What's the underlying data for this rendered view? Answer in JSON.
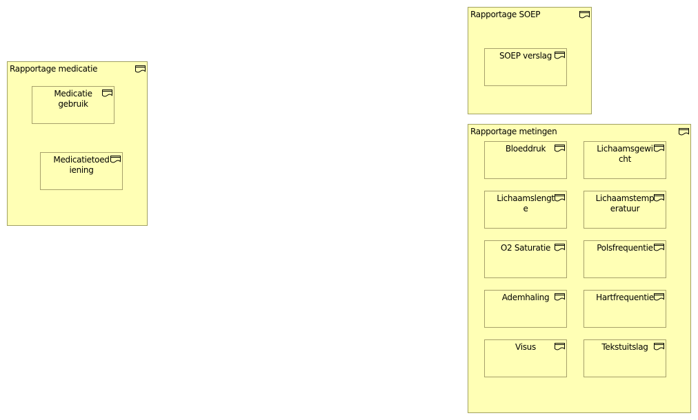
{
  "groups": {
    "medicatie": {
      "title": "Rapportage medicatie",
      "objects": {
        "gebruik": "Medicatie\ngebruik",
        "toediening": "Medicatietoed\niening"
      }
    },
    "soep": {
      "title": "Rapportage SOEP",
      "objects": {
        "verslag": "SOEP verslag"
      }
    },
    "metingen": {
      "title": "Rapportage metingen",
      "objects": {
        "bloeddruk": "Bloeddruk",
        "lichaamsgewicht": "Lichaamsgewi\ncht",
        "lichaamslengte": "Lichaamslengt\ne",
        "lichaamstemperatuur": "Lichaamstemp\neratuur",
        "o2saturatie": "O2 Saturatie",
        "polsfrequentie": "Polsfrequentie",
        "ademhaling": "Ademhaling",
        "hartfrequentie": "Hartfrequentie",
        "visus": "Visus",
        "tekstuitslag": "Tekstuitslag"
      }
    }
  },
  "icons": {
    "business_object": "representation-icon"
  },
  "colors": {
    "fill": "#ffffb5",
    "border": "#a6a06a"
  }
}
